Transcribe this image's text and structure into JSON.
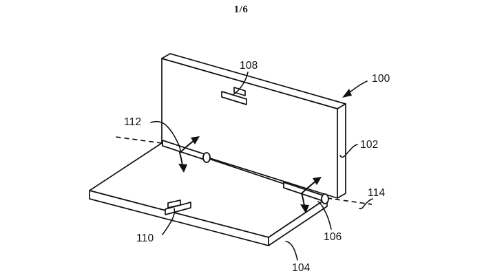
{
  "sheet": {
    "page_number": "1/6",
    "figure_type": "patent-drawing",
    "description": "Isometric line drawing of an open dual-panel foldable electronic device with two hinge pins"
  },
  "reference_labels": {
    "assembly": "100",
    "upper_panel": "102",
    "lower_panel": "104",
    "hinge_right": "106",
    "latch_upper": "108",
    "latch_lower": "110",
    "hinge_axis_left": "112",
    "hinge_axis_right": "114"
  },
  "colors": {
    "ink": "#111111",
    "paper": "#ffffff"
  }
}
